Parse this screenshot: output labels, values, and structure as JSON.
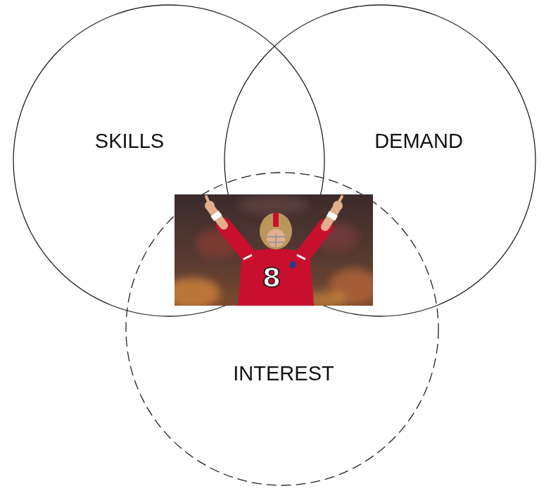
{
  "diagram": {
    "nodes": [
      {
        "text": [
          "SKILLS"
        ]
      },
      {
        "text": [
          "DEMAND"
        ]
      },
      {
        "text": [
          "INTEREST"
        ]
      }
    ],
    "labels": [
      "8"
    ]
  }
}
